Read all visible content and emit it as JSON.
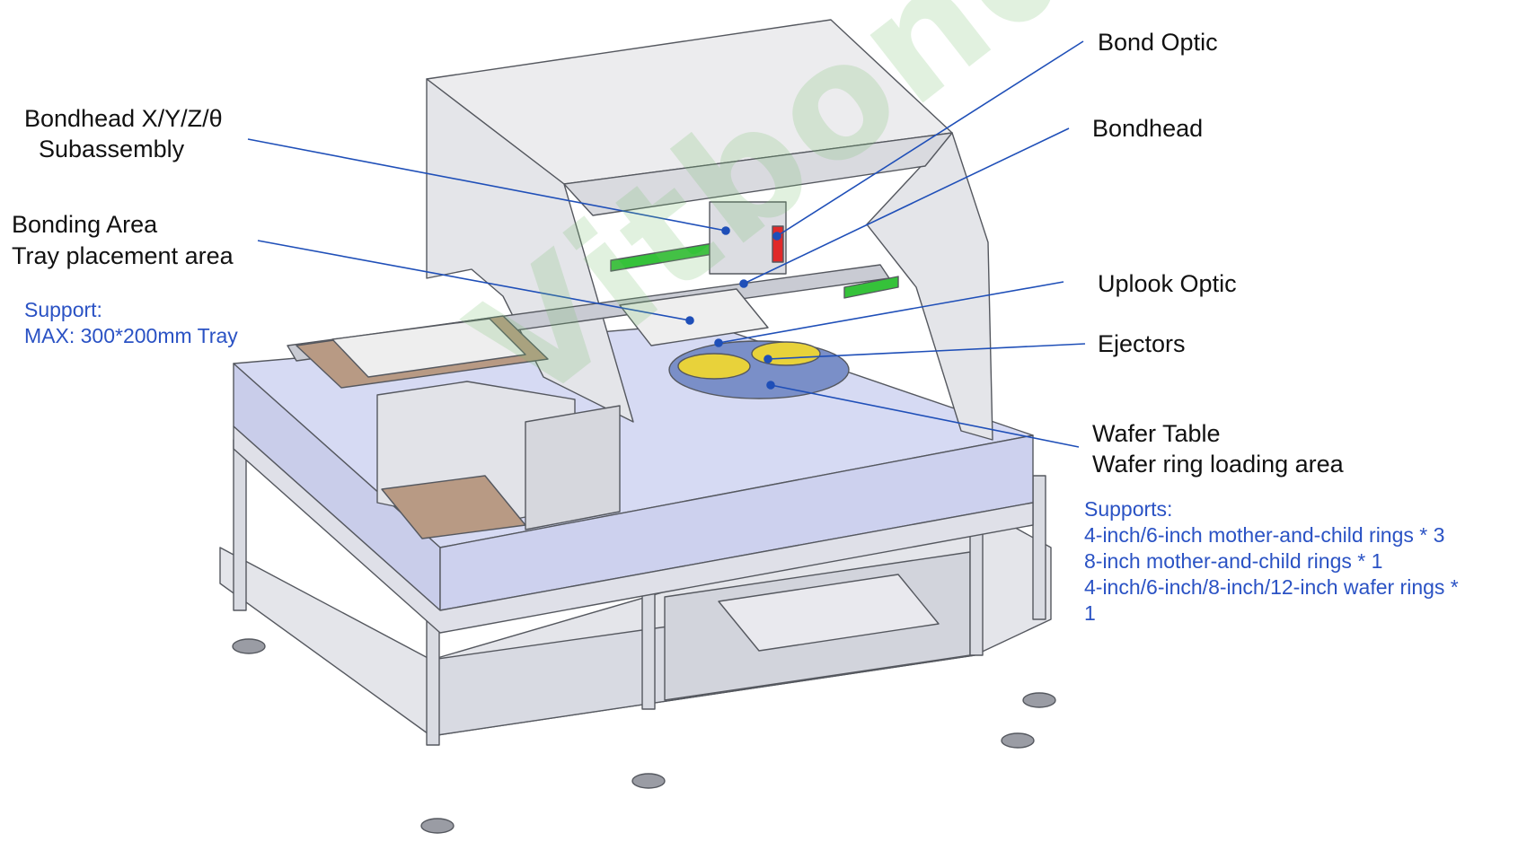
{
  "labels": {
    "bond_optic": "Bond Optic",
    "bondhead_xyz": "Bondhead X/Y/Z/θ",
    "subassembly": "Subassembly",
    "bondhead": "Bondhead",
    "bonding_area": "Bonding Area",
    "tray_area": "Tray placement area",
    "uplook_optic": "Uplook Optic",
    "ejectors": "Ejectors",
    "wafer_table": "Wafer Table",
    "wafer_ring_area": "Wafer ring loading area"
  },
  "support_note": {
    "heading": "Support:",
    "line1": "MAX: 300*200mm Tray"
  },
  "supports_note": {
    "heading": "Supports:",
    "lines": [
      "4-inch/6-inch mother-and-child rings * 3",
      "8-inch mother-and-child rings * 1",
      "4-inch/6-inch/8-inch/12-inch wafer rings *",
      "1"
    ]
  },
  "watermark": "Vitbond tech",
  "colors": {
    "leader_line": "#1f4fb8",
    "note_text": "#2a52c4",
    "frame_fill": "#dfe0e8",
    "body_fill": "#cfd3f0",
    "gantry_fill": "#ececee",
    "stroke": "#55585f",
    "tray_fill": "#b89a84",
    "green_rail": "#35c23a",
    "wafer_yellow": "#e8d23a",
    "bondhead_red": "#e02a2a"
  }
}
